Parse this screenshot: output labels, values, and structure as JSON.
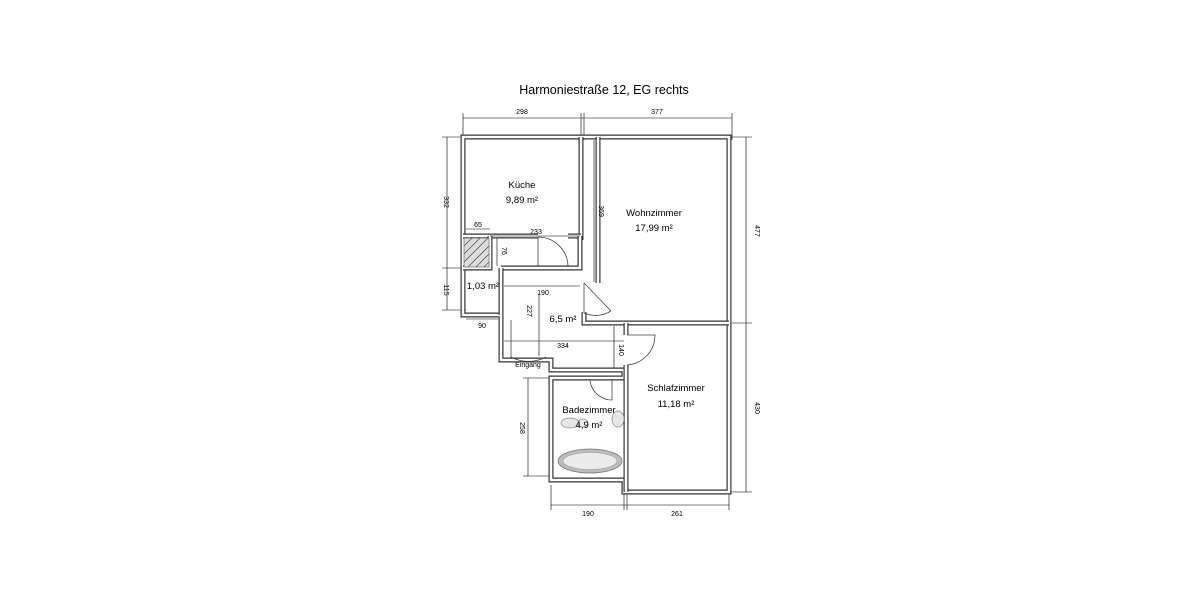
{
  "title": "Harmoniestraße 12, EG rechts",
  "rooms": {
    "kueche": {
      "name": "Küche",
      "area": "9,89 m²"
    },
    "wohnzimmer": {
      "name": "Wohnzimmer",
      "area": "17,99 m²"
    },
    "abstellraum": {
      "area": "1,03 m²"
    },
    "flur": {
      "area": "6,5 m²"
    },
    "schlafzimmer": {
      "name": "Schlafzimmer",
      "area": "11,18 m²"
    },
    "badezimmer": {
      "name": "Badezimmer",
      "area": "4,9 m²"
    }
  },
  "labels": {
    "eingang": "Eingang"
  },
  "dimensions": {
    "top_left_width": "298",
    "top_right_width": "377",
    "left_kueche_height": "332",
    "left_abstell_height": "115",
    "right_upper_height": "477",
    "right_lower_height": "430",
    "kueche_step_65": "65",
    "kueche_inner_233": "233",
    "kueche_step_76": "76",
    "wohnzimmer_inner_369": "369",
    "flur_190": "190",
    "flur_227": "227",
    "abstell_90": "90",
    "flur_334": "334",
    "flur_140": "140",
    "bad_height_258": "258",
    "bottom_bad_width": "190",
    "bottom_schlaf_width": "261"
  }
}
